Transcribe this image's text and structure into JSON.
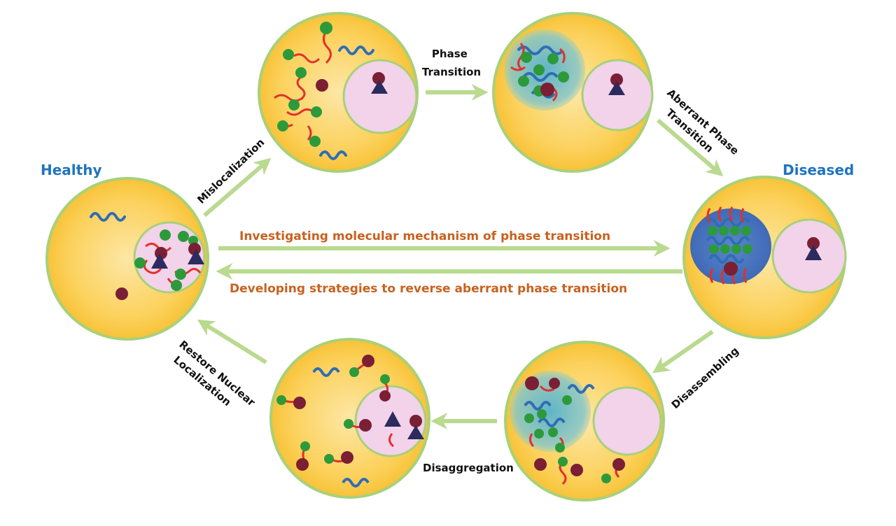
{
  "states": {
    "healthy": "Healthy",
    "diseased": "Diseased"
  },
  "steps": {
    "mislocalization": "Mislocalization",
    "phase_transition": [
      "Phase",
      "Transition"
    ],
    "aberrant_phase_transition": [
      "Aberrant Phase",
      "Transition"
    ],
    "disassembling": "Disassembling",
    "disaggregation": "Disaggregation",
    "restore_nuclear_localization": [
      "Restore Nuclear",
      "Localization"
    ]
  },
  "center": {
    "forward": "Investigating molecular mechanism of phase transition",
    "reverse": "Developing strategies to reverse aberrant phase transition"
  },
  "colors": {
    "cell_fill": "#fcc935",
    "cell_edge": "#a9d07a",
    "nucleus": "#f2d3e9",
    "arrow": "#b9da8f",
    "rna": "#2f6db5",
    "protein_tail": "#e2302b",
    "protein_head": "#2c9a3a",
    "granule": "#7a1f34",
    "nucleolus_triangle": "#2c2a5e",
    "condensate_liquid": "#5fb4c8",
    "condensate_aggregate": "#4c79c2"
  }
}
